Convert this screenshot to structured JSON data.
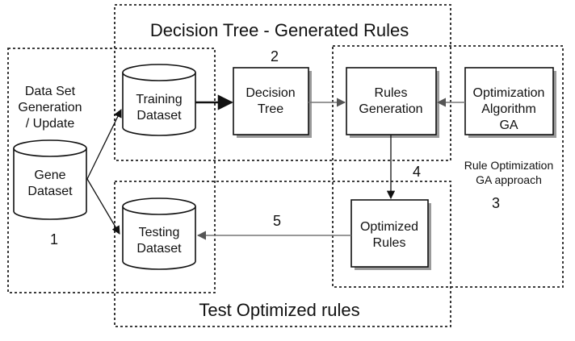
{
  "diagram": {
    "regions": {
      "decision_tree": "Decision Tree - Generated Rules",
      "test_optimized": "Test Optimized rules",
      "rule_optimization": [
        "Rule Optimization",
        "GA approach"
      ]
    },
    "step_numbers": {
      "one": "1",
      "two": "2",
      "three": "3",
      "four": "4",
      "five": "5"
    },
    "left_label": [
      "Data Set",
      "Generation",
      "/ Update"
    ],
    "nodes": {
      "gene_dataset": [
        "Gene",
        "Dataset"
      ],
      "training_dataset": [
        "Training",
        "Dataset"
      ],
      "testing_dataset": [
        "Testing",
        "Dataset"
      ],
      "decision_tree": [
        "Decision",
        "Tree"
      ],
      "rules_generation": [
        "Rules",
        "Generation"
      ],
      "optimization_algorithm": [
        "Optimization",
        "Algorithm",
        "GA"
      ],
      "optimized_rules": [
        "Optimized",
        "Rules"
      ]
    }
  }
}
